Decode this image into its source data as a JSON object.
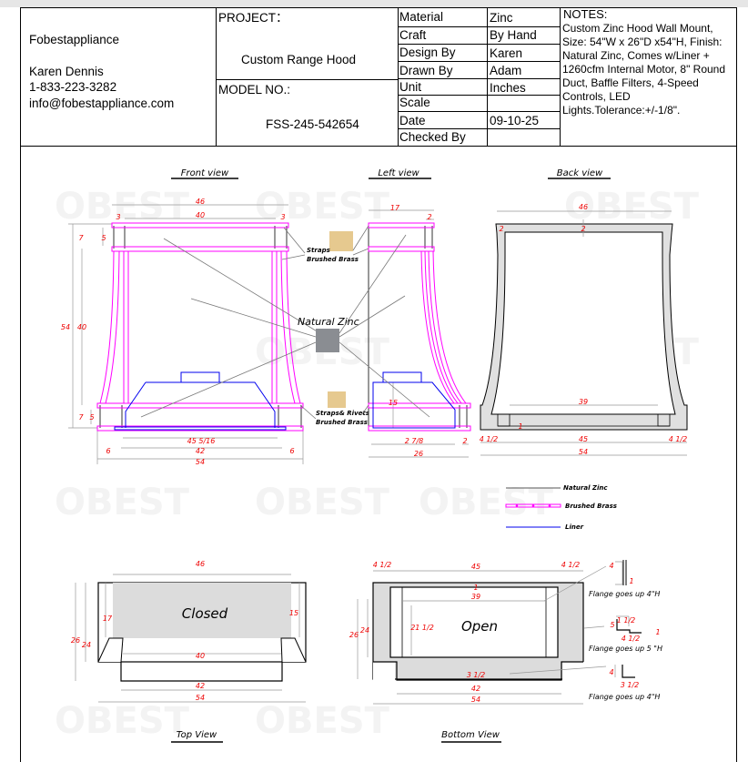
{
  "header": {
    "company": "Fobestappliance",
    "contact_name": "Karen Dennis",
    "phone": "1-833-223-3282",
    "email": "info@fobestappliance.com",
    "project_label": "PROJECT：",
    "project_value": "Custom Range Hood",
    "model_label": "MODEL NO.:",
    "model_value": "FSS-245-542654",
    "specs": [
      {
        "label": "Material",
        "value": "Zinc"
      },
      {
        "label": "Craft",
        "value": "By Hand"
      },
      {
        "label": "Design By",
        "value": "Karen"
      },
      {
        "label": "Drawn By",
        "value": "Adam"
      },
      {
        "label": "Unit",
        "value": "Inches"
      },
      {
        "label": "Scale",
        "value": ""
      },
      {
        "label": "Date",
        "value": "09-10-25"
      },
      {
        "label": "Checked By",
        "value": ""
      }
    ],
    "notes_label": "NOTES:",
    "notes_lines": [
      "Custom Zinc Hood Wall Mount,",
      "Size: 54\"W x 26\"D x54\"H, Finish:",
      "Natural Zinc, Comes w/Liner +",
      "1260cfm  Internal Motor, 8\" Round",
      "Duct, Baffle Filters, 4-Speed",
      "Controls, LED",
      "Lights.Tolerance:+/-1/8\"."
    ]
  },
  "watermark": "OBEST",
  "views": {
    "front": {
      "title": "Front view",
      "dims": [
        "46",
        "40",
        "3",
        "3",
        "7",
        "5",
        "54",
        "40",
        "7",
        "5",
        "45 5/16",
        "42",
        "6",
        "6",
        "54"
      ]
    },
    "left": {
      "title": "Left view",
      "dims": [
        "17",
        "2",
        "15",
        "2 7/8",
        "2",
        "26"
      ]
    },
    "back": {
      "title": "Back view",
      "dims": [
        "46",
        "2",
        "2",
        "39",
        "1",
        "4 1/2",
        "45",
        "4 1/2",
        "54"
      ]
    },
    "top": {
      "title": "Top View",
      "state": "Closed",
      "dims": [
        "46",
        "17",
        "15",
        "26",
        "24",
        "40",
        "42",
        "54"
      ]
    },
    "bottom": {
      "title": "Bottom View",
      "state": "Open",
      "dims": [
        "4 1/2",
        "45",
        "4 1/2",
        "1",
        "39",
        "21 1/2",
        "3 1/2",
        "42",
        "54",
        "26",
        "24"
      ]
    }
  },
  "callouts": {
    "straps": [
      "Straps",
      "Brushed Brass"
    ],
    "zinc": "Natural Zinc",
    "rivets": [
      "Straps& Rivets",
      "Brushed Brass"
    ]
  },
  "legend": [
    {
      "label": "Natural Zinc",
      "color": "#555555"
    },
    {
      "label": "Brushed Brass",
      "color": "#ff00ff"
    },
    {
      "label": "Liner",
      "color": "#0000ee"
    }
  ],
  "flanges": [
    {
      "dims": [
        "4",
        "1"
      ],
      "note": "Flange goes up 4\"H"
    },
    {
      "dims": [
        "1 1/2",
        "5",
        "4 1/2",
        "1"
      ],
      "note": "Flange goes up 5 \"H"
    },
    {
      "dims": [
        "4",
        "3 1/2"
      ],
      "note": "Flange goes up 4\"H"
    }
  ]
}
